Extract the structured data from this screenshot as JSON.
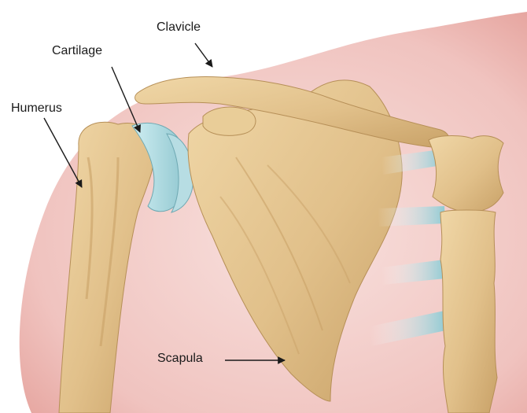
{
  "labels": {
    "clavicle": "Clavicle",
    "cartilage": "Cartilage",
    "humerus": "Humerus",
    "scapula": "Scapula"
  },
  "colors": {
    "bone": "#e2c48e",
    "bone_shadow": "#c9a66c",
    "cartilage": "#a8d6dd",
    "skin": "#f2c6c2",
    "skin_edge": "#e39f9a",
    "background": "#ffffff"
  }
}
